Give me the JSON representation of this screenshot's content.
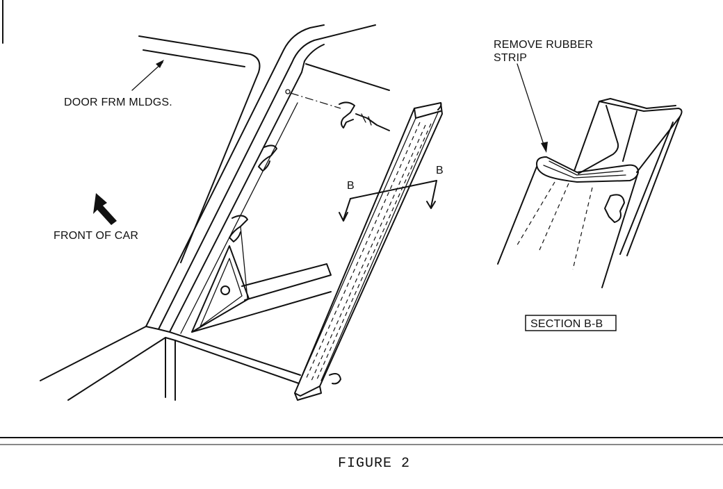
{
  "labels": {
    "door_frame_moldings": "DOOR FRM MLDGS.",
    "front_of_car": "FRONT OF CAR",
    "section_mark_left": "B",
    "section_mark_right": "B",
    "remove_rubber_strip_line1": "REMOVE RUBBER",
    "remove_rubber_strip_line2": "STRIP",
    "section_b_b": "SECTION B-B"
  },
  "caption": "FIGURE 2",
  "colors": {
    "ink": "#111111",
    "paper": "#ffffff"
  }
}
